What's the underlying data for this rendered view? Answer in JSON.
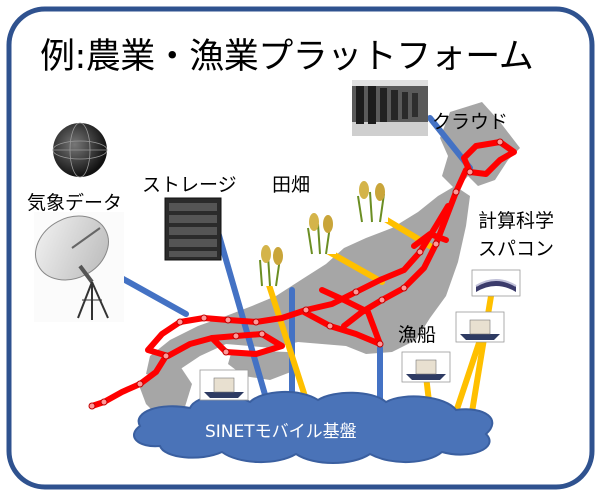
{
  "title": "例:農業・漁業プラットフォーム",
  "labels": {
    "cloud": "クラウド",
    "weather": "気象データ",
    "storage": "ストレージ",
    "field": "田畑",
    "compute_line1": "計算科学",
    "compute_line2": "スパコン",
    "fishing": "漁船",
    "sinet": "SINETモバイル基盤"
  },
  "colors": {
    "frame": "#2f528f",
    "network": "#ff0000",
    "link_blue": "#4472c4",
    "link_orange": "#ffc000",
    "cloud_fill": "#4a73b8",
    "japan_land": "#a6a6a6"
  },
  "icons": {
    "cloud": "datacenter-icon",
    "weather": "satellite-dish-icon",
    "globe": "globe-icon",
    "storage": "server-rack-icon",
    "field": "rice-plant-icon",
    "compute": "supercomputer-icon",
    "fishing": "fishing-boat-icon"
  }
}
